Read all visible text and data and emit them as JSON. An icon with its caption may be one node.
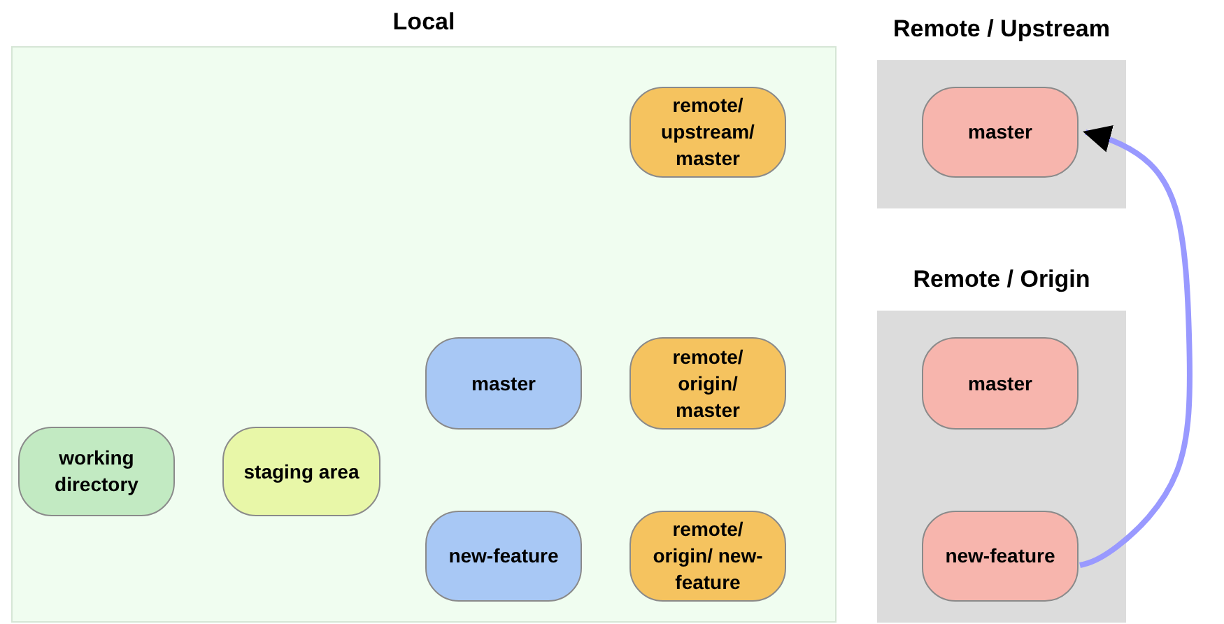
{
  "diagram": {
    "nodes": [
      {
        "text": [
          "Local"
        ]
      },
      {
        "text": [
          "remote/ upstream/ master"
        ],
        "in": 0
      },
      {
        "text": [
          "master"
        ],
        "in": 0
      },
      {
        "text": [
          "remote/ origin/ master"
        ],
        "in": 0
      },
      {
        "text": [
          "working directory"
        ],
        "in": 0
      },
      {
        "text": [
          "staging area"
        ],
        "in": 0
      },
      {
        "text": [
          "new-feature"
        ],
        "in": 0
      },
      {
        "text": [
          "remote/ origin/ new-feature"
        ],
        "in": 0
      },
      {
        "text": [
          "Remote / Upstream"
        ]
      },
      {
        "text": [
          "master"
        ],
        "in": 8
      },
      {
        "text": [
          "Remote / Origin"
        ]
      },
      {
        "text": [
          "master"
        ],
        "in": 10
      },
      {
        "text": [
          "new-feature"
        ],
        "in": 10
      }
    ],
    "edges": [
      {
        "from": 12,
        "to": 9,
        "arrow": "to",
        "color": "#9999ff"
      }
    ]
  }
}
